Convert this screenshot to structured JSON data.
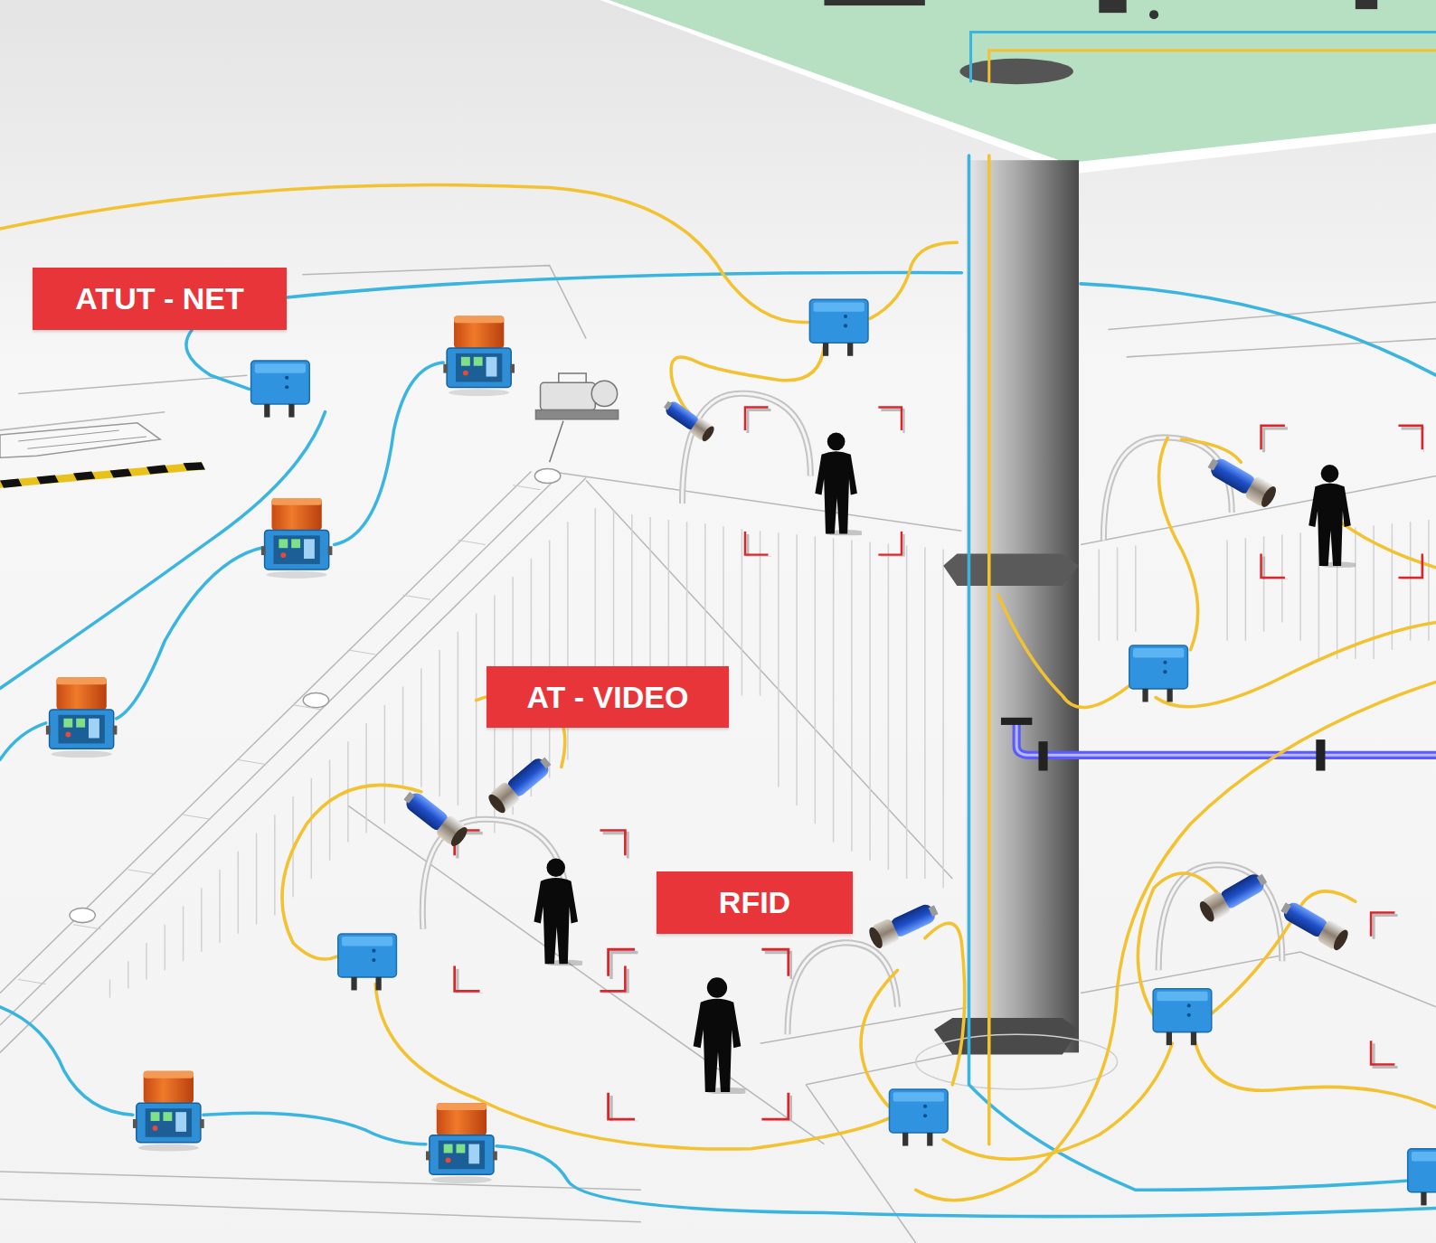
{
  "diagram": {
    "nodes": [
      {
        "text": [
          "ATUT - NET"
        ]
      },
      {
        "text": [
          "AT - VIDEO"
        ]
      },
      {
        "text": [
          "RFID"
        ]
      }
    ]
  }
}
